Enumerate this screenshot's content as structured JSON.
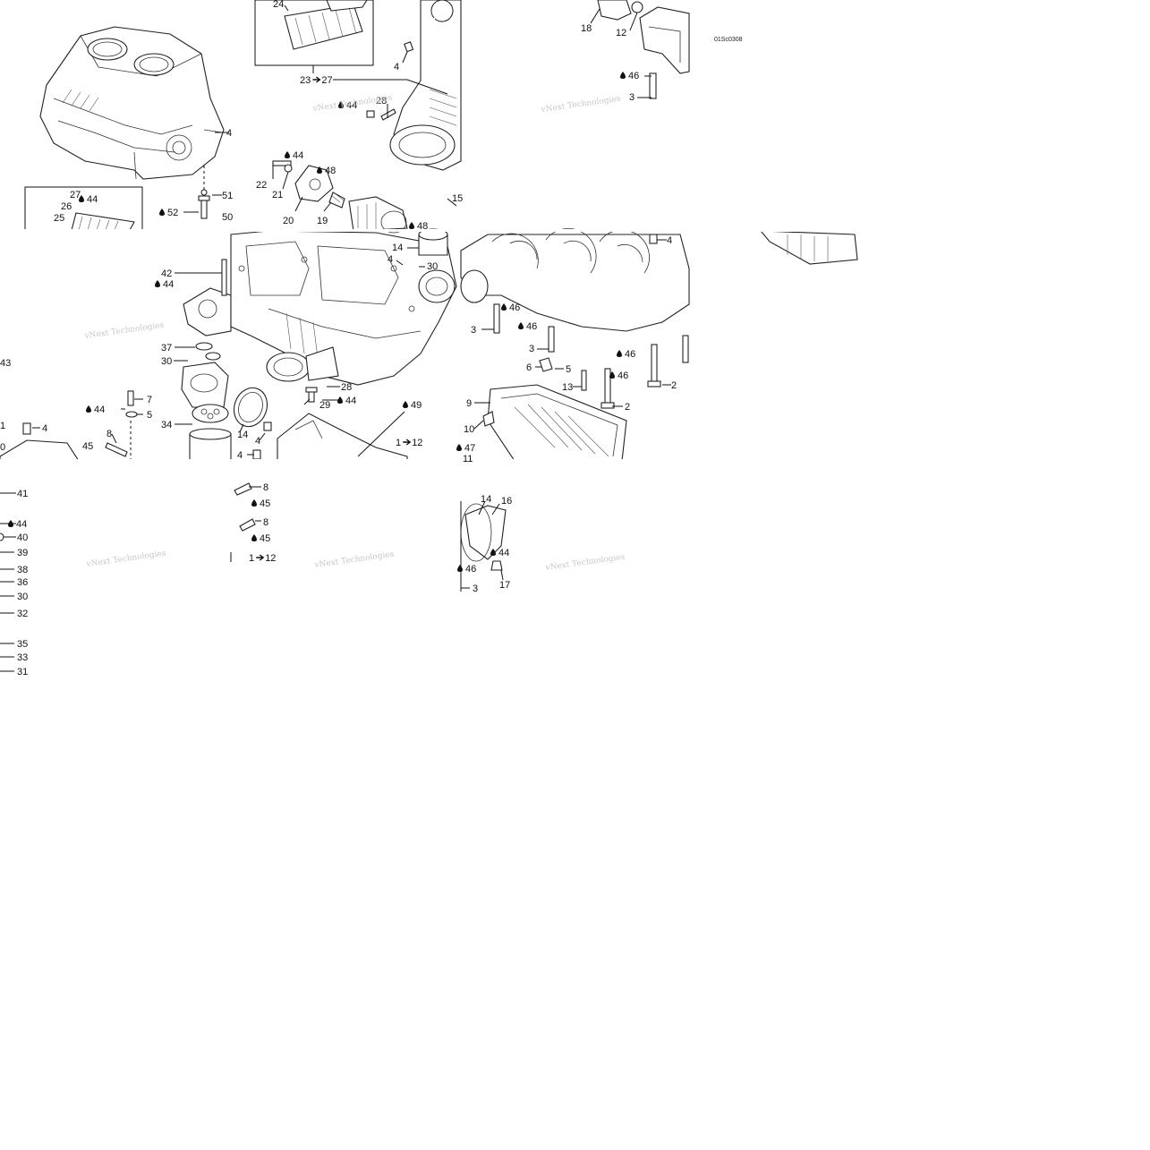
{
  "diagram": {
    "drawing_code": "01Sc0308",
    "watermark": "vNext Technologies",
    "oil_drop_icon": "oil-drop-icon",
    "arrow_icon": "right-arrow-icon",
    "callouts": [
      {
        "id": "c24",
        "text": "24"
      },
      {
        "id": "c23_27",
        "text": "23",
        "arrow": true,
        "text2": "27"
      },
      {
        "id": "c4a",
        "text": "4"
      },
      {
        "id": "c44a",
        "text": "44",
        "oil": true
      },
      {
        "id": "c28a",
        "text": "28"
      },
      {
        "id": "c18",
        "text": "18"
      },
      {
        "id": "c12a",
        "text": "12"
      },
      {
        "id": "c46a",
        "text": "46",
        "oil": true
      },
      {
        "id": "c3a",
        "text": "3"
      },
      {
        "id": "c4b",
        "text": "4"
      },
      {
        "id": "c27",
        "text": "27"
      },
      {
        "id": "c44b",
        "text": "44",
        "oil": true
      },
      {
        "id": "c26",
        "text": "26"
      },
      {
        "id": "c25",
        "text": "25"
      },
      {
        "id": "c51",
        "text": "51"
      },
      {
        "id": "c52",
        "text": "52",
        "oil": true
      },
      {
        "id": "c50",
        "text": "50"
      },
      {
        "id": "c44c",
        "text": "44",
        "oil": true
      },
      {
        "id": "c22",
        "text": "22"
      },
      {
        "id": "c21",
        "text": "21"
      },
      {
        "id": "c48a",
        "text": "48",
        "oil": true
      },
      {
        "id": "c20",
        "text": "20"
      },
      {
        "id": "c19",
        "text": "19"
      },
      {
        "id": "c15",
        "text": "15"
      },
      {
        "id": "c48b",
        "text": "48",
        "oil": true
      },
      {
        "id": "c14a",
        "text": "14"
      },
      {
        "id": "c4c",
        "text": "4"
      },
      {
        "id": "c30a",
        "text": "30"
      },
      {
        "id": "c4d",
        "text": "4"
      },
      {
        "id": "c42",
        "text": "42"
      },
      {
        "id": "c44d",
        "text": "44",
        "oil": true
      },
      {
        "id": "c46b",
        "text": "46",
        "oil": true
      },
      {
        "id": "c3b",
        "text": "3"
      },
      {
        "id": "c46c",
        "text": "46",
        "oil": true
      },
      {
        "id": "c3c",
        "text": "3"
      },
      {
        "id": "c46d",
        "text": "46",
        "oil": true
      },
      {
        "id": "c43",
        "text": "43"
      },
      {
        "id": "c37",
        "text": "37"
      },
      {
        "id": "c30b",
        "text": "30"
      },
      {
        "id": "c6",
        "text": "6"
      },
      {
        "id": "c5a",
        "text": "5"
      },
      {
        "id": "c13",
        "text": "13"
      },
      {
        "id": "c46e",
        "text": "46",
        "oil": true
      },
      {
        "id": "c2a",
        "text": "2"
      },
      {
        "id": "c2b",
        "text": "2"
      },
      {
        "id": "c28b",
        "text": "28"
      },
      {
        "id": "c29",
        "text": "29"
      },
      {
        "id": "c44e",
        "text": "44",
        "oil": true
      },
      {
        "id": "c49",
        "text": "49",
        "oil": true
      },
      {
        "id": "c7",
        "text": "7"
      },
      {
        "id": "c44f",
        "text": "44",
        "oil": true
      },
      {
        "id": "c5b",
        "text": "5"
      },
      {
        "id": "c9",
        "text": "9"
      },
      {
        "id": "c34",
        "text": "34"
      },
      {
        "id": "c14b",
        "text": "14"
      },
      {
        "id": "c1a",
        "text": "1"
      },
      {
        "id": "c4e",
        "text": "4"
      },
      {
        "id": "c8a",
        "text": "8"
      },
      {
        "id": "c45a",
        "text": "45"
      },
      {
        "id": "c4f",
        "text": "4"
      },
      {
        "id": "c10",
        "text": "10"
      },
      {
        "id": "c0",
        "text": "0"
      },
      {
        "id": "c1_12a",
        "text": "1",
        "arrow": true,
        "text2": "12"
      },
      {
        "id": "c47",
        "text": "47",
        "oil": true
      },
      {
        "id": "c4g",
        "text": "4"
      },
      {
        "id": "c11",
        "text": "11"
      },
      {
        "id": "c41",
        "text": "41"
      },
      {
        "id": "c44g",
        "text": "44",
        "oil": true
      },
      {
        "id": "c40",
        "text": "40"
      },
      {
        "id": "c39",
        "text": "39"
      },
      {
        "id": "c38",
        "text": "38"
      },
      {
        "id": "c36",
        "text": "36"
      },
      {
        "id": "c30c",
        "text": "30"
      },
      {
        "id": "c32",
        "text": "32"
      },
      {
        "id": "c35",
        "text": "35"
      },
      {
        "id": "c33",
        "text": "33"
      },
      {
        "id": "c31",
        "text": "31"
      },
      {
        "id": "c8b",
        "text": "8"
      },
      {
        "id": "c45b",
        "text": "45",
        "oil": true
      },
      {
        "id": "c8c",
        "text": "8"
      },
      {
        "id": "c45c",
        "text": "45",
        "oil": true
      },
      {
        "id": "c1_12b",
        "text": "1",
        "arrow": true,
        "text2": "12"
      },
      {
        "id": "c14c",
        "text": "14"
      },
      {
        "id": "c16",
        "text": "16"
      },
      {
        "id": "c44h",
        "text": "44",
        "oil": true
      },
      {
        "id": "c46f",
        "text": "46",
        "oil": true
      },
      {
        "id": "c17",
        "text": "17"
      },
      {
        "id": "c3d",
        "text": "3"
      }
    ]
  }
}
